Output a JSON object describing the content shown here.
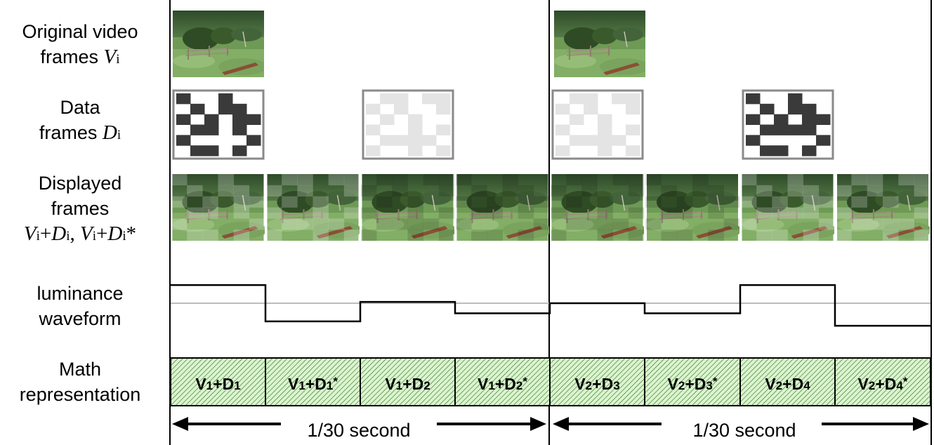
{
  "rows": {
    "original": {
      "line1": "Original video",
      "line2_text": "frames ",
      "line2_var": "V",
      "line2_sub": "i"
    },
    "data": {
      "line1": "Data",
      "line2_text": "frames ",
      "line2_var": "D",
      "line2_sub": "i"
    },
    "displayed": {
      "line1": "Displayed",
      "line2": "frames",
      "f1_var1": "V",
      "f1_sub1": "i",
      "f1_plus": "+",
      "f1_var2": "D",
      "f1_sub2": "i",
      "f1_sep": ", ",
      "f2_var1": "V",
      "f2_sub1": "i",
      "f2_plus": "+",
      "f2_var2": "D",
      "f2_sub2": "i",
      "f2_star": "*"
    },
    "luminance": {
      "line1": "luminance",
      "line2": "waveform"
    },
    "math": {
      "line1": "Math",
      "line2": "representation"
    }
  },
  "math_cells": [
    {
      "v": "V",
      "vs": "1",
      "plus": "+",
      "d": "D",
      "ds": "1",
      "star": ""
    },
    {
      "v": "V",
      "vs": "1",
      "plus": "+",
      "d": "D",
      "ds": "1",
      "star": "*"
    },
    {
      "v": "V",
      "vs": "1",
      "plus": "+",
      "d": "D",
      "ds": "2",
      "star": ""
    },
    {
      "v": "V",
      "vs": "1",
      "plus": "+",
      "d": "D",
      "ds": "2",
      "star": "*"
    },
    {
      "v": "V",
      "vs": "2",
      "plus": "+",
      "d": "D",
      "ds": "3",
      "star": ""
    },
    {
      "v": "V",
      "vs": "2",
      "plus": "+",
      "d": "D",
      "ds": "3",
      "star": "*"
    },
    {
      "v": "V",
      "vs": "2",
      "plus": "+",
      "d": "D",
      "ds": "4",
      "star": ""
    },
    {
      "v": "V",
      "vs": "2",
      "plus": "+",
      "d": "D",
      "ds": "4",
      "star": "*"
    }
  ],
  "durations": [
    "1/30 second",
    "1/30 second"
  ],
  "luminance_levels": [
    0.0,
    0.54,
    -0.54,
    0.04,
    -0.3,
    0.0,
    -0.3,
    0.54,
    -0.67
  ],
  "data_frames": [
    {
      "shade": "dark",
      "grid": [
        [
          1,
          0,
          0,
          1,
          0,
          0
        ],
        [
          0,
          1,
          0,
          1,
          1,
          0
        ],
        [
          1,
          0,
          1,
          0,
          1,
          1
        ],
        [
          0,
          1,
          1,
          0,
          1,
          0
        ],
        [
          1,
          0,
          0,
          0,
          0,
          1
        ],
        [
          0,
          1,
          1,
          0,
          1,
          0
        ]
      ]
    },
    {
      "shade": "light",
      "grid": [
        [
          0,
          1,
          1,
          0,
          1,
          1
        ],
        [
          1,
          0,
          1,
          0,
          0,
          1
        ],
        [
          0,
          1,
          0,
          1,
          0,
          0
        ],
        [
          1,
          0,
          0,
          1,
          0,
          1
        ],
        [
          0,
          1,
          1,
          1,
          1,
          0
        ],
        [
          1,
          0,
          0,
          1,
          0,
          1
        ]
      ]
    },
    {
      "shade": "light",
      "grid": [
        [
          0,
          1,
          1,
          0,
          1,
          1
        ],
        [
          1,
          0,
          1,
          0,
          0,
          1
        ],
        [
          0,
          1,
          0,
          1,
          0,
          0
        ],
        [
          1,
          0,
          0,
          1,
          0,
          1
        ],
        [
          0,
          1,
          1,
          1,
          1,
          0
        ],
        [
          1,
          0,
          0,
          1,
          0,
          1
        ]
      ]
    },
    {
      "shade": "dark",
      "grid": [
        [
          1,
          0,
          0,
          1,
          0,
          0
        ],
        [
          0,
          1,
          0,
          1,
          1,
          0
        ],
        [
          1,
          0,
          1,
          0,
          1,
          1
        ],
        [
          0,
          1,
          1,
          1,
          1,
          0
        ],
        [
          1,
          0,
          0,
          0,
          0,
          1
        ],
        [
          0,
          1,
          1,
          0,
          1,
          0
        ]
      ]
    }
  ],
  "colors": {
    "frame_dark": "#3a3a3a",
    "frame_light": "#e4e4e4",
    "math_fill": "#d6f5c8",
    "grass": "#5e8f45",
    "sky": "#3f5a3a"
  }
}
